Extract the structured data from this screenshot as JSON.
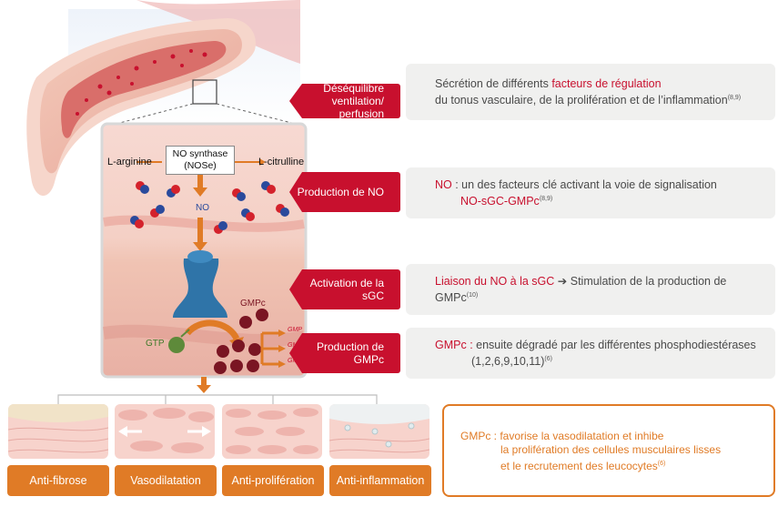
{
  "steps": [
    {
      "label": "Déséquilibre ventilation/ perfusion",
      "line1_pre": "Sécrétion de différents ",
      "line1_red": "facteurs de régulation",
      "line1_post": "",
      "line2": "du tonus vasculaire, de la prolifération et de l’inflammation",
      "line2_ref": "(8,9)"
    },
    {
      "label": "Production de NO",
      "line1_red": "NO",
      "line1_post": " : un des facteurs clé activant la voie de signalisation",
      "line2_red": "NO-sGC-GMPc",
      "line2_ref": "(8,9)"
    },
    {
      "label": "Activation de la sGC",
      "line1_red": "Liaison du NO à la sGC",
      "line1_post": " ➔ Stimulation de la production de GMPc",
      "line1_ref": "(10)"
    },
    {
      "label": "Production de GMPc",
      "line1_red": "GMPc :",
      "line1_post": " ensuite dégradé par les différentes phosphodiestérases",
      "line2": "(1,2,6,9,10,11)",
      "line2_ref": "(6)"
    }
  ],
  "diagram": {
    "l_arginine": "L-arginine",
    "nos_line1": "NO synthase",
    "nos_line2": "(NOSe)",
    "l_citrulline": "L-citrulline",
    "no": "NO",
    "gmpc": "GMPc",
    "gtp": "GTP",
    "gmp": "GMP"
  },
  "effects": [
    "Anti-fibrose",
    "Vasodilatation",
    "Anti-prolifération",
    "Anti-inflammation"
  ],
  "gmpc_box": {
    "line1": "GMPc : favorise la vasodilatation et inhibe",
    "line2": "la prolifération des cellules musculaires lisses",
    "line3": "et le recrutement des leucocytes",
    "ref": "(6)"
  },
  "colors": {
    "red": "#c8102e",
    "orange": "#e07b26",
    "panel": "#f0f0ef",
    "sgc_blue": "#2f74a8"
  }
}
